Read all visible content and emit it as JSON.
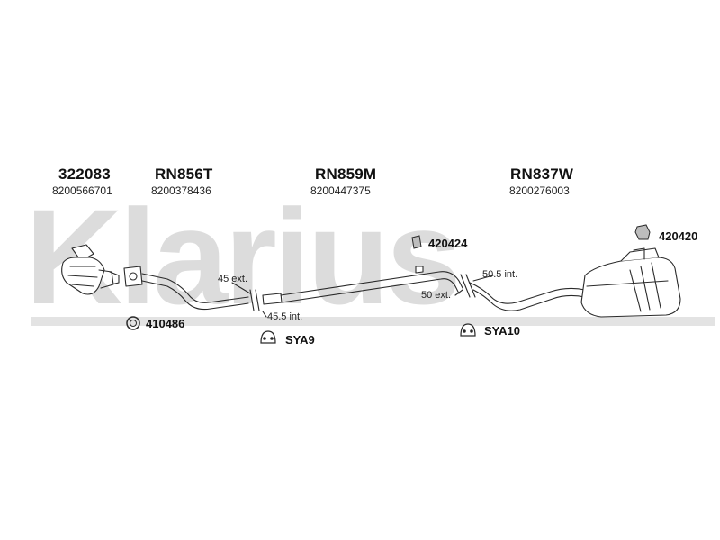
{
  "watermark": {
    "text": "Klarius",
    "band_color": "#e3e3e3"
  },
  "sections": [
    {
      "code": "322083",
      "number": "8200566701"
    },
    {
      "code": "RN856T",
      "number": "8200378436"
    },
    {
      "code": "RN859M",
      "number": "8200447375"
    },
    {
      "code": "RN837W",
      "number": "8200276003"
    }
  ],
  "accessories": {
    "gasket": "410486",
    "hanger_front": "SYA9",
    "hanger_rear": "SYA10",
    "bracket_mid": "420424",
    "bracket_rear": "420420"
  },
  "dimensions": {
    "front_ext": "45 ext.",
    "front_int": "45.5 int.",
    "rear_int": "50.5 int.",
    "rear_ext": "50 ext."
  },
  "colors": {
    "line": "#2a2a2a",
    "fill": "#ffffff",
    "shade": "#bdbdbd"
  }
}
